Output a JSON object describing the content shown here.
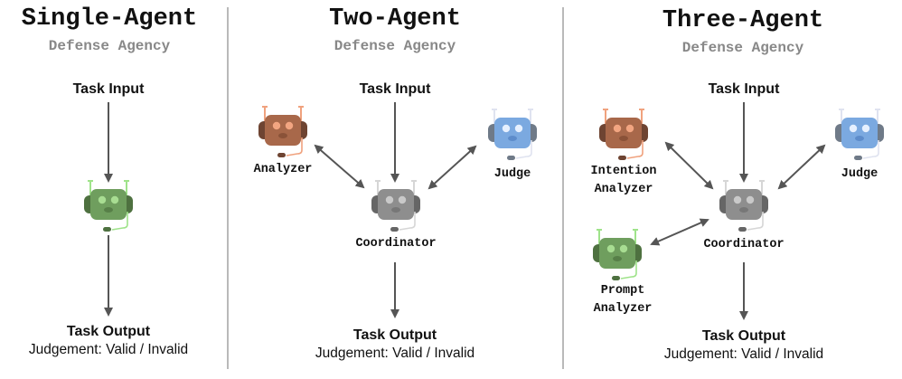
{
  "panels": [
    {
      "title": "Single-Agent",
      "subtitle": "Defense Agency",
      "input_label": "Task Input",
      "output_label": "Task Output",
      "judgement": "Judgement: Valid / Invalid",
      "agents": [
        {
          "role": "defender",
          "label": "",
          "color": "green"
        }
      ]
    },
    {
      "title": "Two-Agent",
      "subtitle": "Defense Agency",
      "input_label": "Task Input",
      "output_label": "Task Output",
      "judgement": "Judgement: Valid / Invalid",
      "agents": [
        {
          "role": "analyzer",
          "label": "Analyzer",
          "color": "brown"
        },
        {
          "role": "judge",
          "label": "Judge",
          "color": "blue"
        },
        {
          "role": "coordinator",
          "label": "Coordinator",
          "color": "gray"
        }
      ]
    },
    {
      "title": "Three-Agent",
      "subtitle": "Defense Agency",
      "input_label": "Task Input",
      "output_label": "Task Output",
      "judgement": "Judgement: Valid / Invalid",
      "agents": [
        {
          "role": "intention-analyzer",
          "label_lines": [
            "Intention",
            "Analyzer"
          ],
          "color": "brown"
        },
        {
          "role": "judge",
          "label": "Judge",
          "color": "blue"
        },
        {
          "role": "coordinator",
          "label": "Coordinator",
          "color": "gray"
        },
        {
          "role": "prompt-analyzer",
          "label_lines": [
            "Prompt",
            "Analyzer"
          ],
          "color": "green"
        }
      ]
    }
  ],
  "robot_palettes": {
    "green": {
      "body": "#6f9e5e",
      "ear": "#4e7140",
      "eye": "#a8dd92",
      "mouth": "#577f48",
      "antenna": "#9fe38a",
      "mic": "#4e7140"
    },
    "brown": {
      "body": "#a8684a",
      "ear": "#6e4432",
      "eye": "#f2a581",
      "mouth": "#8a5238",
      "antenna": "#f0a27e",
      "mic": "#6e4432"
    },
    "blue": {
      "body": "#7ba9e0",
      "ear": "#6f7a88",
      "eye": "#e6f0ff",
      "mouth": "#5d8ccb",
      "antenna": "#dfe3f0",
      "mic": "#6f7a88"
    },
    "gray": {
      "body": "#8e8e8e",
      "ear": "#666666",
      "eye": "#c9c9c9",
      "mouth": "#777777",
      "antenna": "#d6d6d6",
      "mic": "#666666"
    }
  },
  "arrow_color": "#555555",
  "divider_color": "#b9b9b9"
}
